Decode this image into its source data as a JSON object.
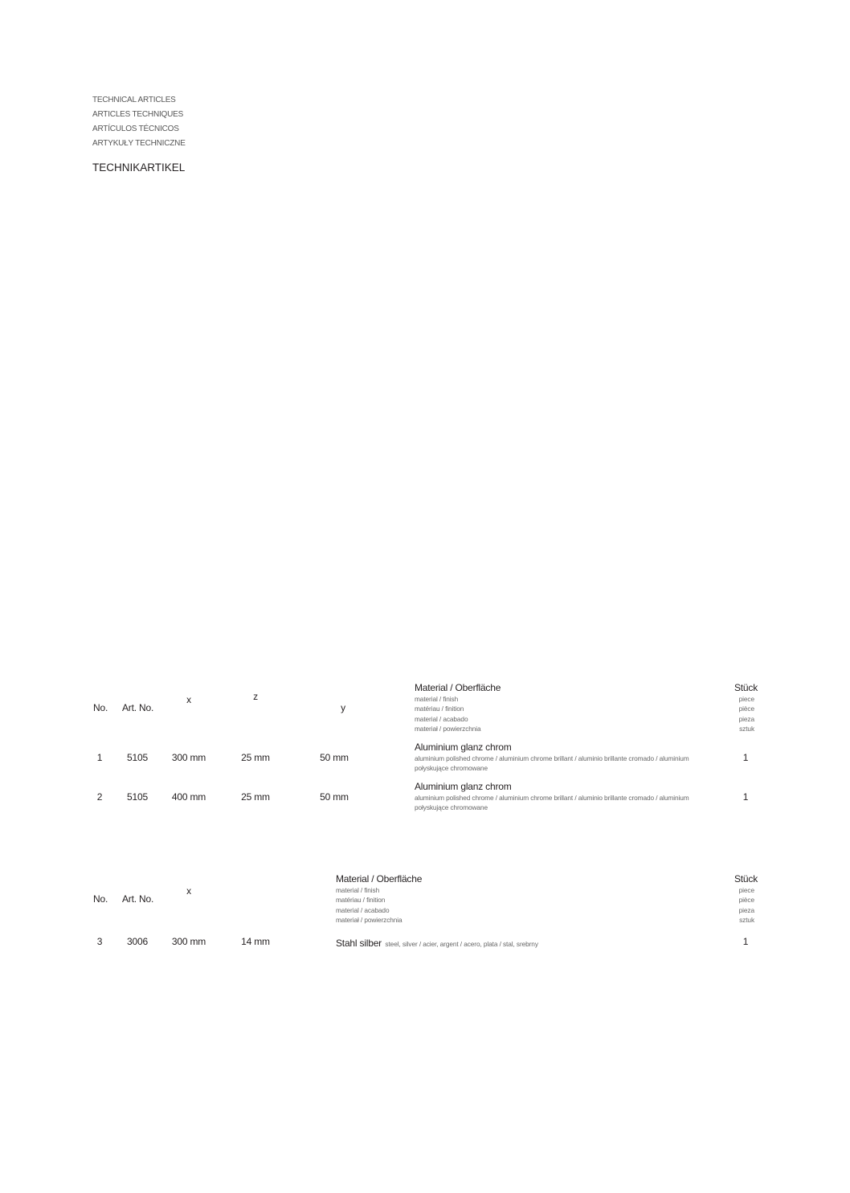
{
  "header": {
    "lines": [
      "TECHNICAL ARTICLES",
      "ARTICLES TECHNIQUES",
      "ARTÍCULOS TÉCNICOS",
      "ARTYKUŁY TECHNICZNE"
    ],
    "title": "TECHNIKARTIKEL"
  },
  "table1": {
    "columns": {
      "no": "No.",
      "art": "Art. No.",
      "x": "x",
      "z": "z",
      "y": "y",
      "material": "Material / Oberfläche",
      "material_sub": [
        "material / finish",
        "matériau / finition",
        "material / acabado",
        "materiał / powierzchnia"
      ],
      "qty": "Stück",
      "qty_sub": [
        "piece",
        "pièce",
        "pieza",
        "sztuk"
      ]
    },
    "rows": [
      {
        "no": "1",
        "art": "5105",
        "x": "300 mm",
        "z": "25 mm",
        "y": "50 mm",
        "material": "Aluminium glanz chrom",
        "material_desc1": "aluminium polished chrome / aluminium chrome brillant / aluminio brillante cromado / aluminium",
        "material_desc2": "połyskujące chromowane",
        "qty": "1"
      },
      {
        "no": "2",
        "art": "5105",
        "x": "400 mm",
        "z": "25 mm",
        "y": "50 mm",
        "material": "Aluminium glanz chrom",
        "material_desc1": "aluminium polished chrome / aluminium chrome brillant / aluminio brillante cromado / aluminium",
        "material_desc2": "połyskujące chromowane",
        "qty": "1"
      }
    ]
  },
  "table2": {
    "columns": {
      "no": "No.",
      "art": "Art. No.",
      "x": "x",
      "material": "Material / Oberfläche",
      "material_sub": [
        "material / finish",
        "matériau / finition",
        "material / acabado",
        "materiał / powierzchnia"
      ],
      "qty": "Stück",
      "qty_sub": [
        "piece",
        "pièce",
        "pieza",
        "sztuk"
      ]
    },
    "rows": [
      {
        "no": "3",
        "art": "3006",
        "x": "300 mm",
        "z": "14 mm",
        "material": "Stahl silber",
        "material_desc": "steel, silver / acier, argent / acero, plata / stal, srebrny",
        "qty": "1"
      }
    ]
  }
}
